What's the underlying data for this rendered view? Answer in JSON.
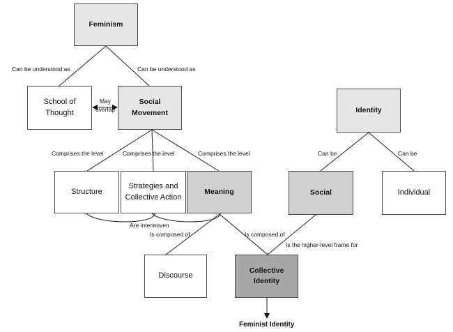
{
  "nodes": {
    "feminism": "Feminism",
    "school_of_thought": "School of Thought",
    "social_movement": "Social Movement",
    "identity": "Identity",
    "structure": "Structure",
    "strategies": "Strategies and Collective Action",
    "meaning": "Meaning",
    "social": "Social",
    "individual": "Individual",
    "discourse": "Discourse",
    "collective_identity": "Collective Identity",
    "feminist_identity": "Feminist Identity"
  },
  "edge_labels": {
    "understood_left": "Can be understood as",
    "understood_right": "Can be understood as",
    "may_overlap": "May overlap",
    "comprises_1": "Comprises the level",
    "comprises_2": "Comprises the level",
    "comprises_3": "Comprises the level",
    "can_be_left": "Can be",
    "can_be_right": "Can be",
    "interwoven": "Are interwoven",
    "composed_left": "Is composed of",
    "composed_right": "Is composed of",
    "higher_level": "Is the higher-level frame for"
  }
}
